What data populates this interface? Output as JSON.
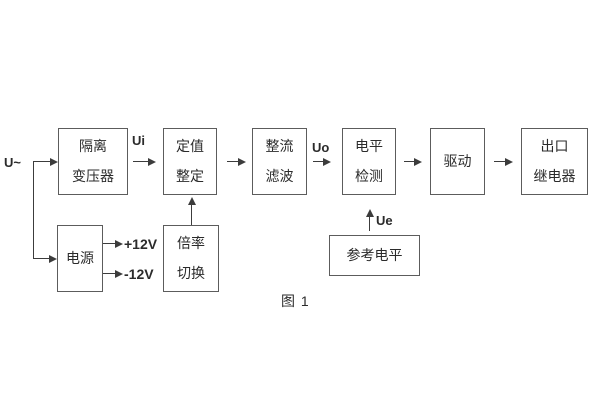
{
  "diagram": {
    "caption": "图 1",
    "input": {
      "label": "U~"
    },
    "signals": {
      "ui": "Ui",
      "uo": "Uo",
      "ue": "Ue",
      "plus12": "+12V",
      "minus12": "-12V"
    },
    "blocks": {
      "isolation_transformer": {
        "line1": "隔离",
        "line2": "变压器"
      },
      "setpoint": {
        "line1": "定值",
        "line2": "整定"
      },
      "rectifier_filter": {
        "line1": "整流",
        "line2": "滤波"
      },
      "level_detect": {
        "line1": "电平",
        "line2": "检测"
      },
      "drive": {
        "label": "驱动"
      },
      "output_relay": {
        "line1": "出口",
        "line2": "继电器"
      },
      "power_supply": {
        "label": "电源"
      },
      "ratio_switch": {
        "line1": "倍率",
        "line2": "切换"
      },
      "reference_level": {
        "label": "参考电平"
      }
    },
    "colors": {
      "line": "#3c3c3c",
      "border": "#5c5c5c",
      "text": "#2b2b2b",
      "background": "#ffffff"
    }
  }
}
